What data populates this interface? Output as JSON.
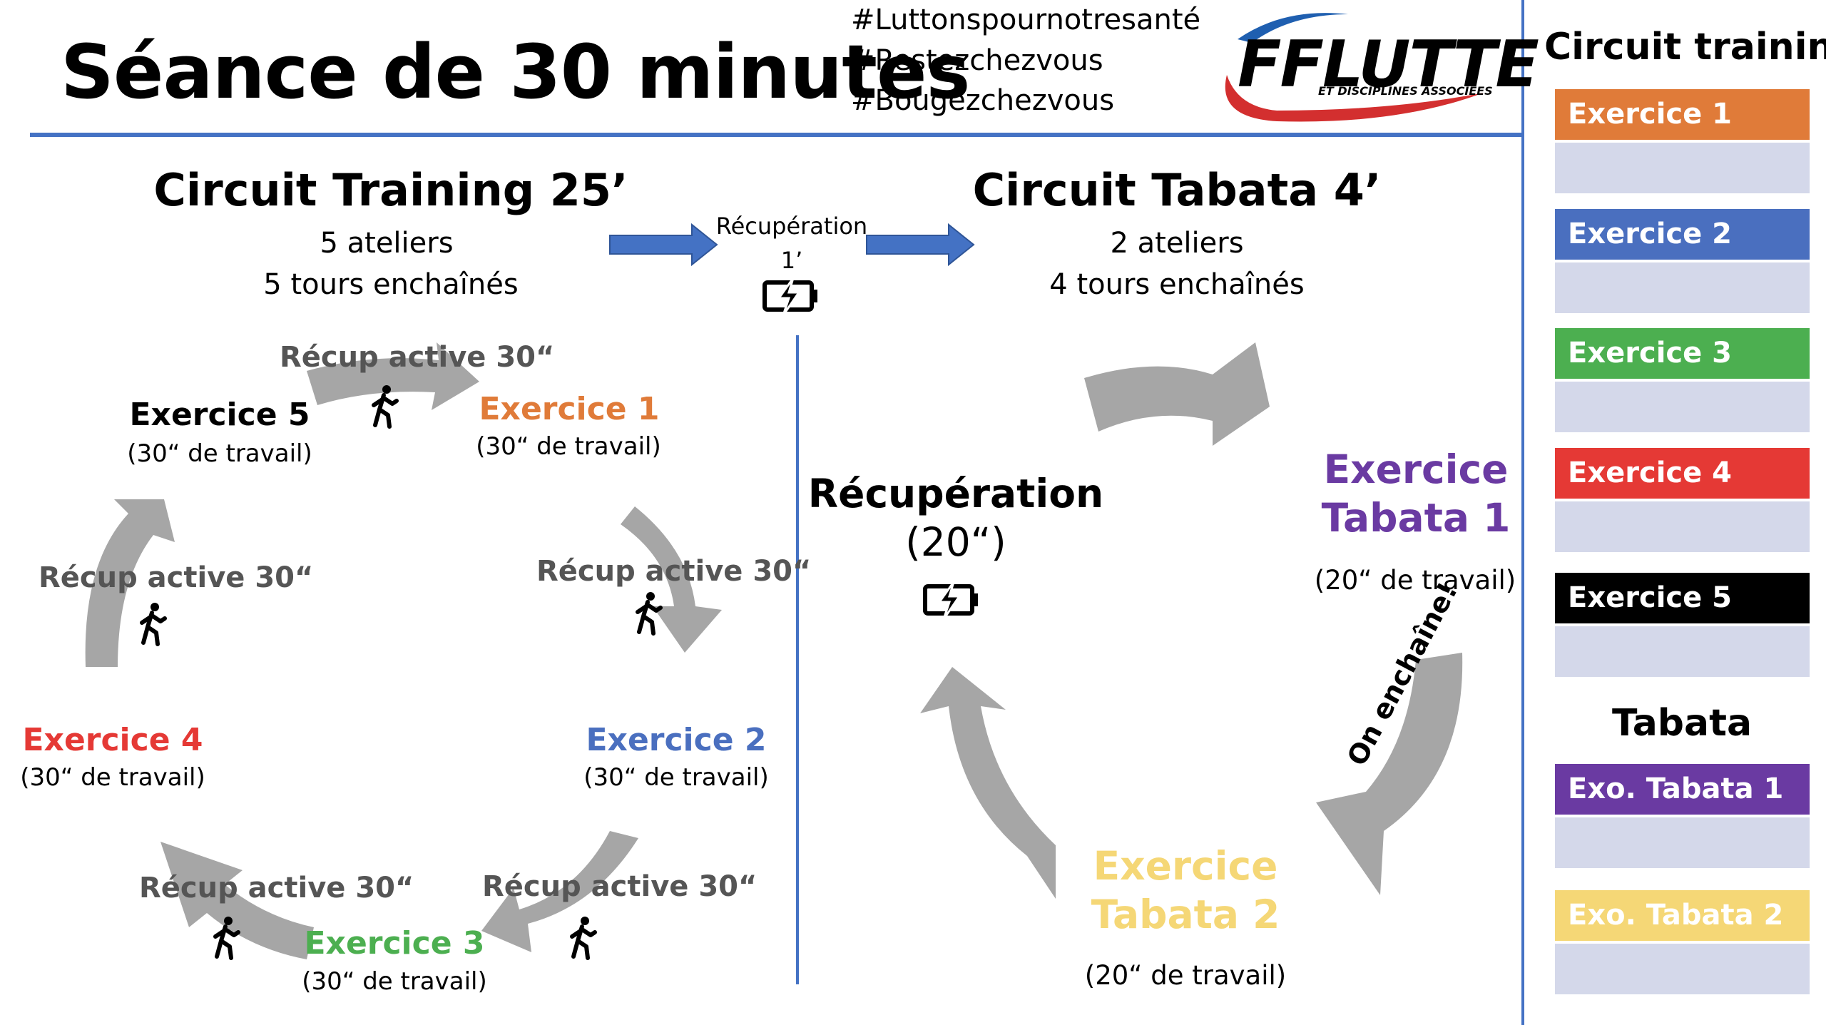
{
  "header": {
    "title": "Séance de 30 minutes",
    "hashtags": [
      "#Luttonspournotresanté",
      "#Restezchezvous",
      "#Bougezchezvous"
    ],
    "logo": {
      "main": "FFLUTTE",
      "tagline": "ET DISCIPLINES ASSOCIÉES"
    }
  },
  "circuit_training": {
    "heading": "Circuit Training 25’",
    "line1": "5 ateliers",
    "line2": "5 tours enchaînés",
    "exercises": [
      {
        "label": "Exercice 1",
        "work": "(30“ de travail)",
        "color": "#E07B39"
      },
      {
        "label": "Exercice 2",
        "work": "(30“ de travail)",
        "color": "#4A6FBF"
      },
      {
        "label": "Exercice 3",
        "work": "(30“ de travail)",
        "color": "#4CAF50"
      },
      {
        "label": "Exercice 4",
        "work": "(30“ de travail)",
        "color": "#E53935"
      },
      {
        "label": "Exercice 5",
        "work": "(30“ de travail)",
        "color": "#000000"
      }
    ],
    "recup_label": "Récup active 30“",
    "walker_icon": "walking-person-icon"
  },
  "transition": {
    "line1": "Récupération",
    "line2": "1’",
    "icon": "battery-charging-icon"
  },
  "circuit_tabata": {
    "heading": "Circuit Tabata 4’",
    "line1": "2 ateliers",
    "line2": "4 tours enchaînés",
    "ex1": {
      "line1": "Exercice",
      "line2": "Tabata 1",
      "work": "(20“ de travail)",
      "color": "#6A3AA2"
    },
    "ex2": {
      "line1": "Exercice",
      "line2": "Tabata 2",
      "work": "(20“ de travail)",
      "color": "#F5D776"
    },
    "recovery": {
      "line1": "Récupération",
      "line2": "(20“)"
    },
    "arrow_label": "On enchaîne!"
  },
  "legend": {
    "circuit_title": "Circuit training",
    "circuit_items": [
      {
        "label": "Exercice 1",
        "color": "#E07B39"
      },
      {
        "label": "Exercice 2",
        "color": "#4A6FBF"
      },
      {
        "label": "Exercice 3",
        "color": "#4CAF50"
      },
      {
        "label": "Exercice 4",
        "color": "#E53935"
      },
      {
        "label": "Exercice 5",
        "color": "#000000"
      }
    ],
    "tabata_title": "Tabata",
    "tabata_items": [
      {
        "label": "Exo. Tabata 1",
        "color": "#6A3AA2"
      },
      {
        "label": "Exo. Tabata 2",
        "color": "#F5D776"
      }
    ],
    "blank_color": "#D4D8EA"
  },
  "colors": {
    "accent_line": "#4472C4",
    "arrow_gray": "#A6A6A6",
    "blue_arrow": "#4472C4"
  }
}
